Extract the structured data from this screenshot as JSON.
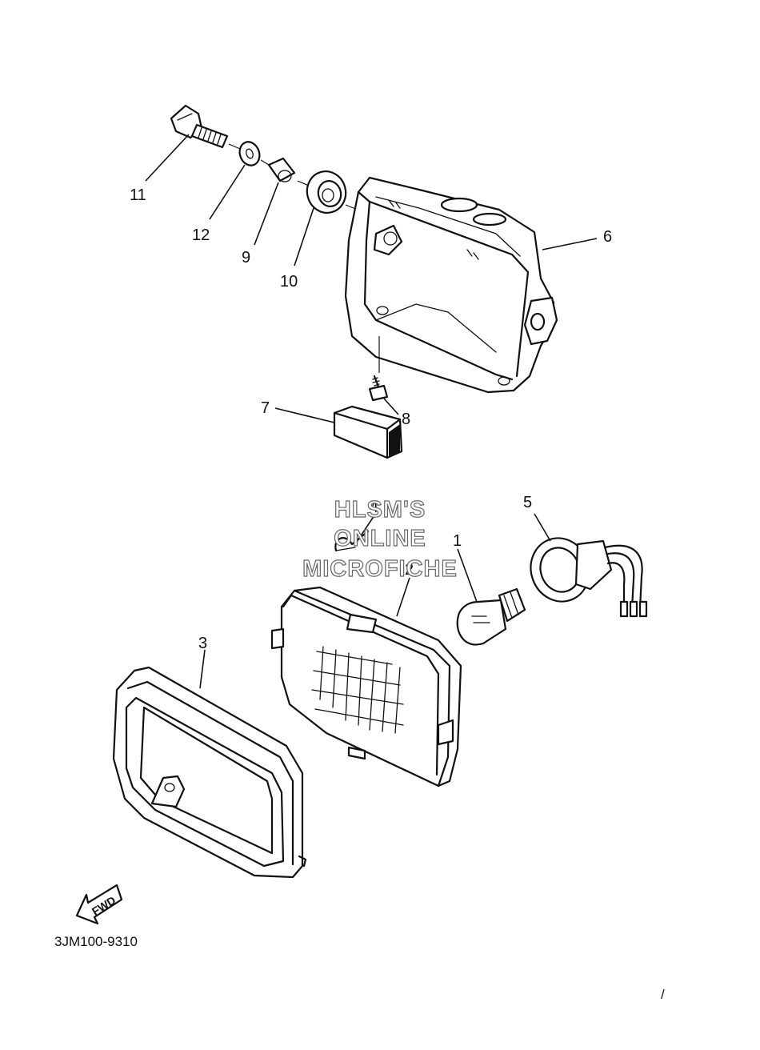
{
  "diagram": {
    "part_callouts": {
      "p1": "1",
      "p2": "2",
      "p3": "3",
      "p4": "4",
      "p5": "5",
      "p6": "6",
      "p7": "7",
      "p8": "8",
      "p9": "9",
      "p10": "10",
      "p11": "11",
      "p12": "12"
    },
    "watermark": {
      "line1": "HLSM'S",
      "line2": "ONLINE",
      "line3": "MICROFICHE"
    },
    "fwd_arrow": "FWD",
    "drawing_code": "3JM100-9310",
    "corner_mark": "/"
  }
}
